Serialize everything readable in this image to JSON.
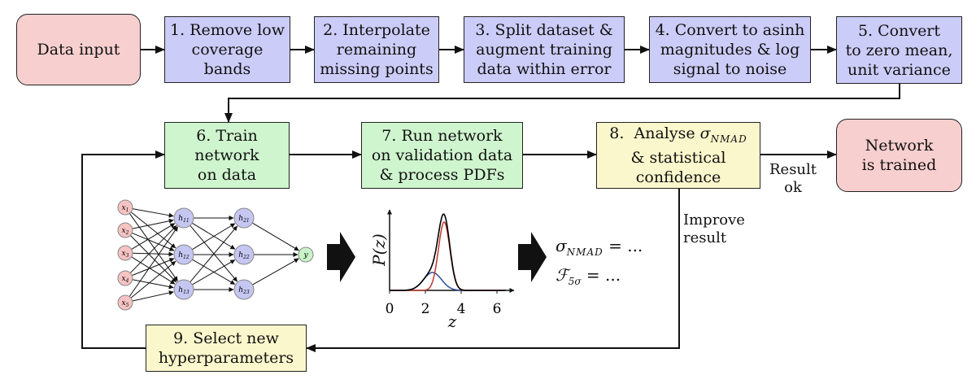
{
  "steps": {
    "input": "Data input",
    "s1": [
      "1.  Remove low",
      "coverage",
      "bands"
    ],
    "s2": [
      "2.  Interpolate",
      "remaining",
      "missing points"
    ],
    "s3": [
      "3.  Split dataset &",
      "augment training",
      "data within error"
    ],
    "s4": [
      "4.  Convert to asinh",
      "magnitudes & log",
      "signal to noise"
    ],
    "s5": [
      "5.  Convert",
      "to zero mean,",
      "unit variance"
    ],
    "s6": [
      "6.  Train",
      "network",
      "on data"
    ],
    "s7": [
      "7.  Run network",
      "on validation data",
      "& process PDFs"
    ],
    "s8_prefix": "8.  Analyse ",
    "s8_sigma": "σ",
    "s8_sub": "NMAD",
    "s8_rest": [
      "& statistical",
      "confidence"
    ],
    "done": [
      "Network",
      "is trained"
    ],
    "s9": [
      "9.  Select new",
      "hyperparameters"
    ]
  },
  "labels": {
    "result_ok": [
      "Result",
      "ok"
    ],
    "improve": [
      "Improve",
      "result"
    ]
  },
  "neural_net": {
    "inputs": [
      "x1",
      "x2",
      "x3",
      "x4",
      "x5"
    ],
    "hidden1": [
      "h11",
      "h12",
      "h13"
    ],
    "hidden2": [
      "h21",
      "h22",
      "h23"
    ],
    "output": "y",
    "colors": {
      "input": "#f6c3c3",
      "hidden": "#c6c6f2",
      "output": "#c8f3c8"
    }
  },
  "metrics": {
    "line1": "σ",
    "line1_sub": "NMAD",
    "line1_rest": " = ...",
    "line2": "ℱ",
    "line2_sub": "5σ",
    "line2_rest": " = ..."
  },
  "chart_data": {
    "type": "line",
    "title": "",
    "xlabel": "z",
    "ylabel": "P(z)",
    "xlim": [
      0,
      7
    ],
    "xticks": [
      "0",
      "2",
      "4",
      "6"
    ],
    "series": [
      {
        "color": "#000000",
        "values": "narrow peak at ~3 plus shoulder at ~2.3"
      },
      {
        "color": "#c0392b",
        "values": "gaussian centered ~3.0"
      },
      {
        "color": "#2c4f9e",
        "values": "gaussian centered ~2.4"
      }
    ]
  },
  "colors": {
    "pink": "#f8cfcf",
    "blue": "#ccccf8",
    "green": "#cff5cf",
    "yellow": "#fbf7cc"
  }
}
